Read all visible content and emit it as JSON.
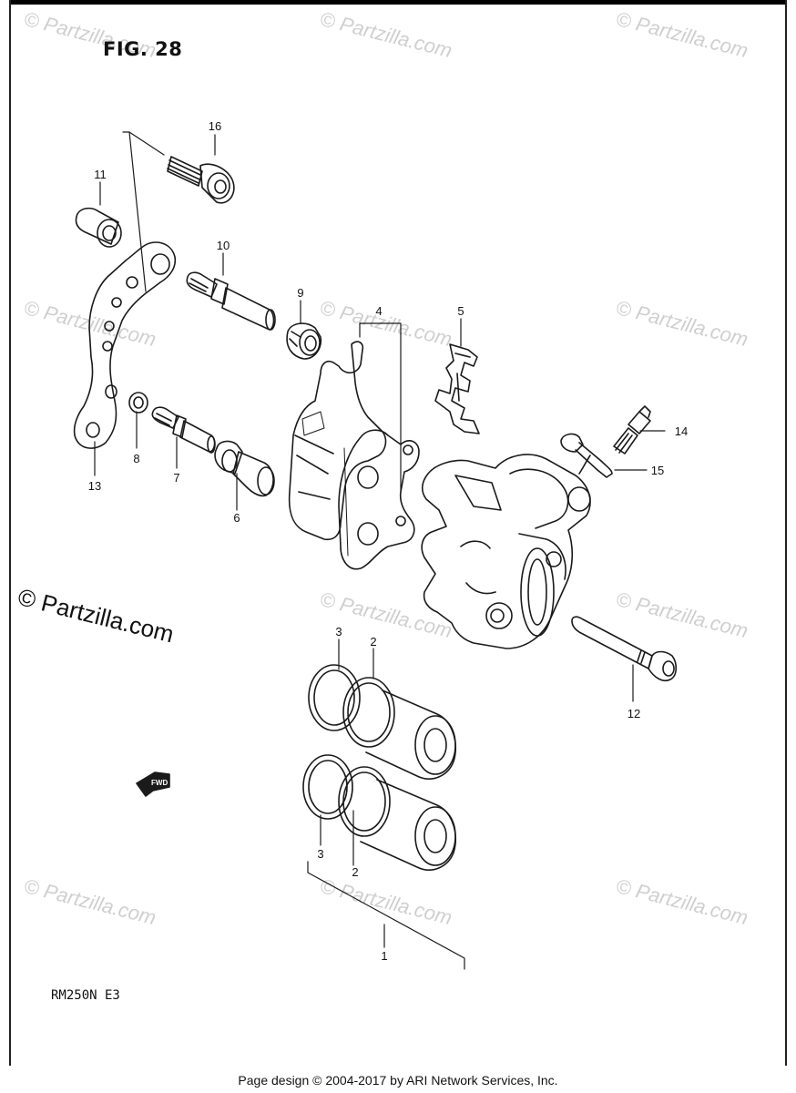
{
  "figure": {
    "title": "FIG. 28"
  },
  "model": {
    "code": "RM250N  E3"
  },
  "footer": {
    "text": "Page design © 2004-2017 by ARI Network Services, Inc."
  },
  "branding": {
    "copyright_mark": "© Partzilla.com",
    "watermark_text": "© Partzilla.com"
  },
  "fwd_arrow": {
    "label": "FWD"
  },
  "callouts": {
    "c1": "1",
    "c2a": "2",
    "c2b": "2",
    "c3a": "3",
    "c3b": "3",
    "c4": "4",
    "c5": "5",
    "c6": "6",
    "c7": "7",
    "c8": "8",
    "c9": "9",
    "c10": "10",
    "c11": "11",
    "c12": "12",
    "c13": "13",
    "c14": "14",
    "c15": "15",
    "c16": "16"
  },
  "colors": {
    "line": "#1a1a1a",
    "watermark": "#cfcfcf"
  }
}
